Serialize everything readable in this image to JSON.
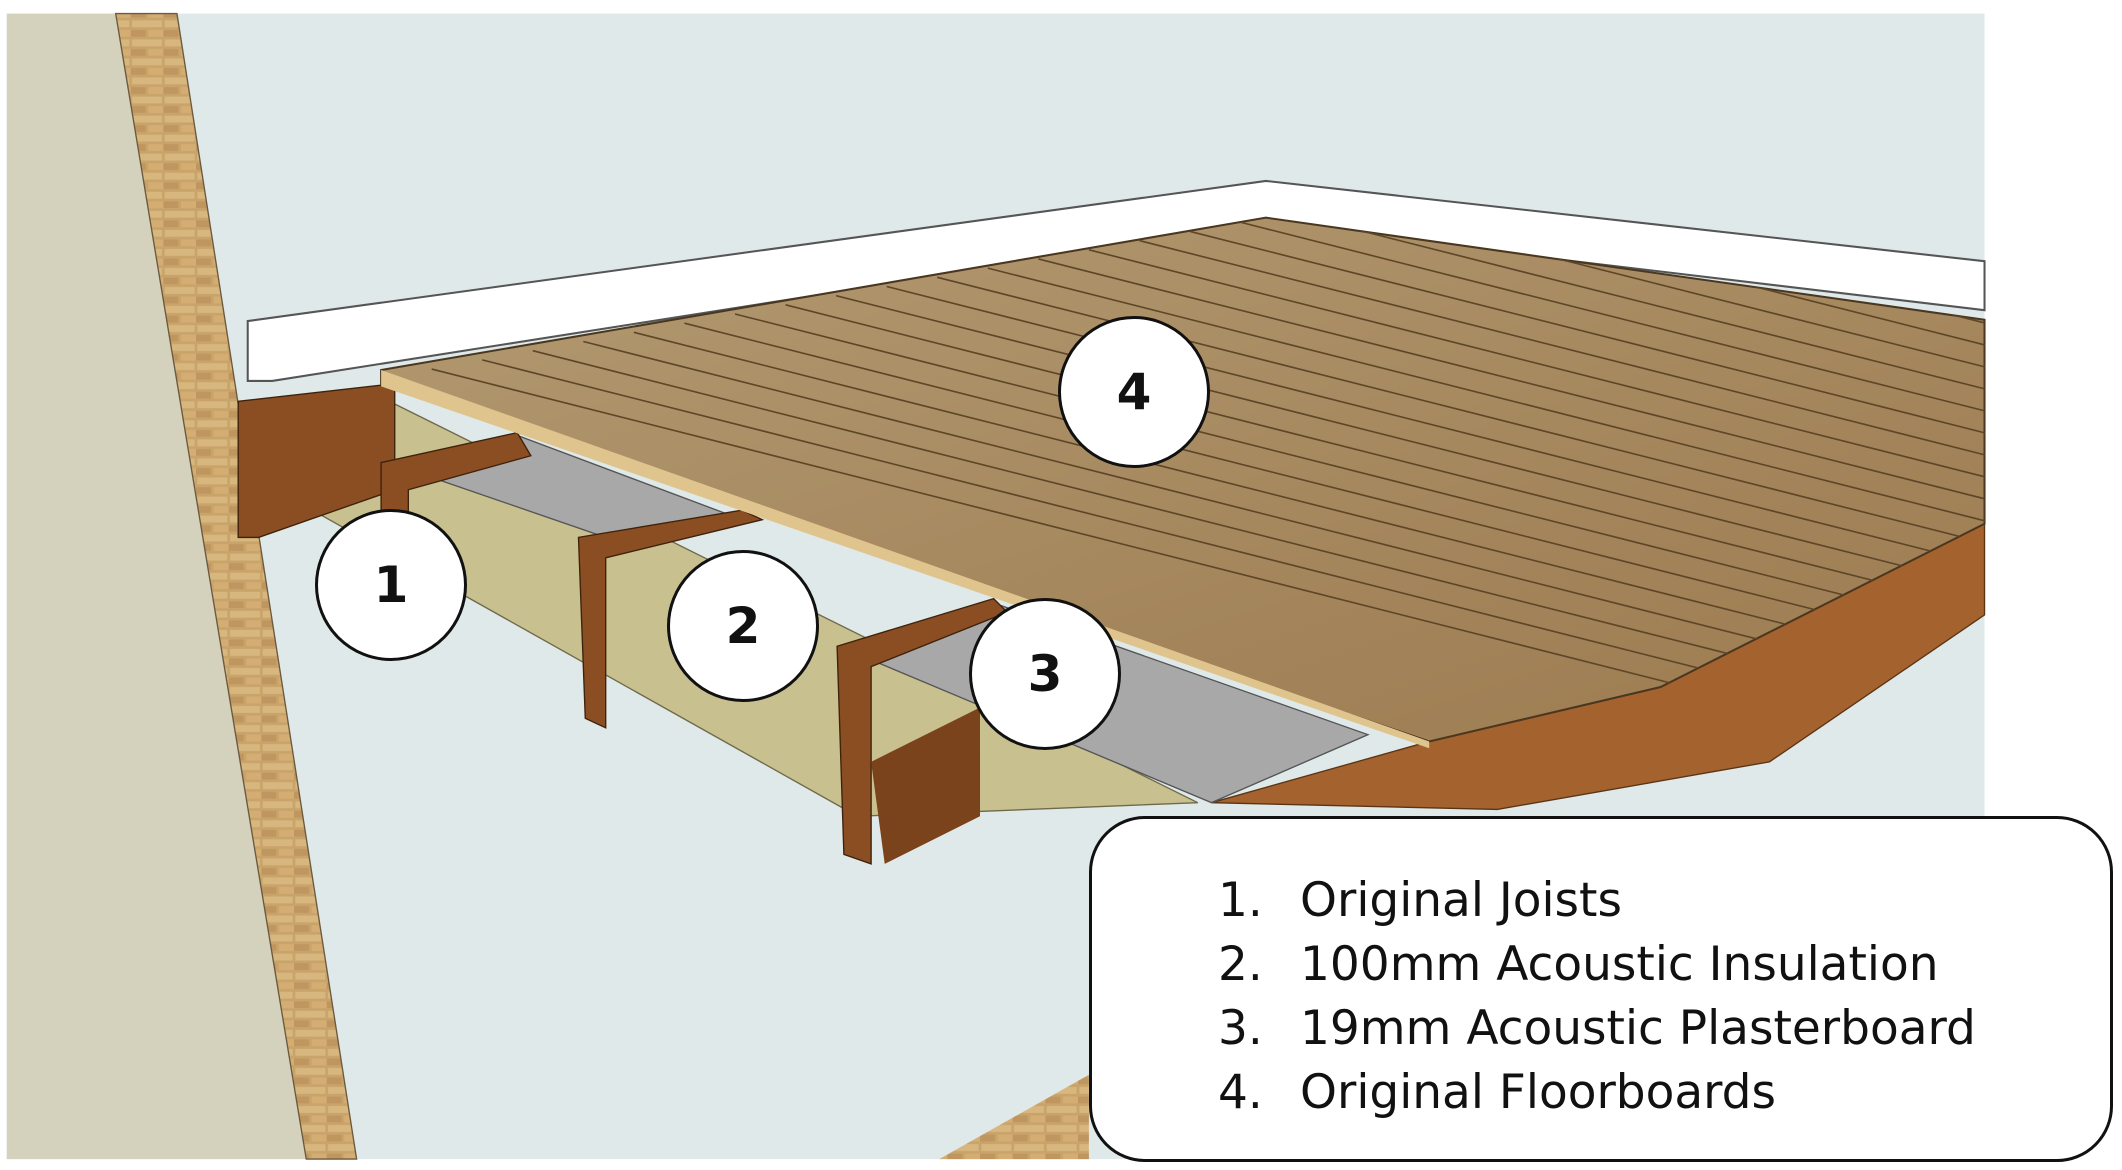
{
  "callouts": [
    {
      "label": "1"
    },
    {
      "label": "2"
    },
    {
      "label": "3"
    },
    {
      "label": "4"
    }
  ],
  "legend": {
    "items": [
      {
        "number": "1.",
        "text": "Original Joists"
      },
      {
        "number": "2.",
        "text": "100mm Acoustic Insulation"
      },
      {
        "number": "3.",
        "text": "19mm Acoustic Plasterboard"
      },
      {
        "number": "4.",
        "text": "Original Floorboards"
      }
    ]
  },
  "colors": {
    "wall": "#dfe9ea",
    "side_wall": "#d4d1bd",
    "brick": "#c9a46a",
    "joist": "#8a4e22",
    "insulation": "#c9c08f",
    "plasterboard": "#a8a8a8",
    "floorboard": "#a4835a",
    "skirting": "#ffffff"
  }
}
